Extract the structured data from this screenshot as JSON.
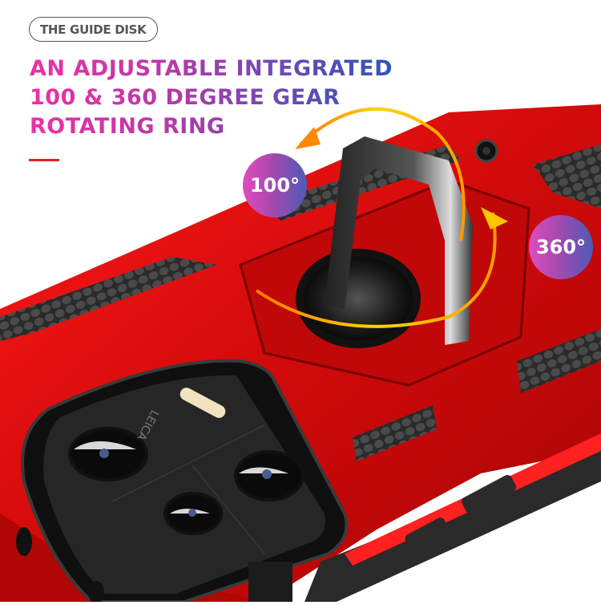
{
  "tag": {
    "label": "THE GUIDE DISK"
  },
  "headline": {
    "lines": [
      "AN ADJUSTABLE INTEGRATED",
      "100 & 360 DEGREE GEAR",
      "ROTATING RING"
    ]
  },
  "badges": {
    "tilt": "100°",
    "rotate": "360°"
  },
  "product": {
    "case_color": "#d40f0f",
    "camera_brand": "LEICA",
    "accent_colors": {
      "headline_start": "#f02fa5",
      "headline_end": "#2f55b8",
      "rule": "#e3231f",
      "arrow": "#f7c400"
    }
  }
}
